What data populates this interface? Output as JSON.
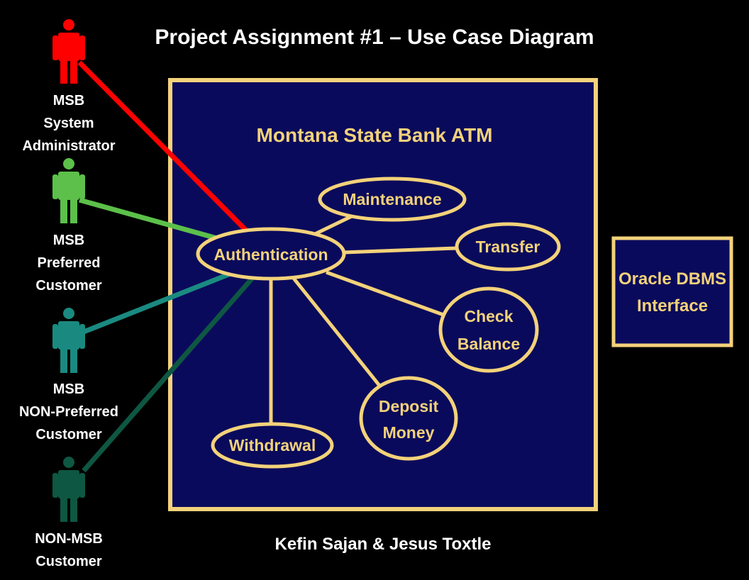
{
  "title": "Project Assignment #1 – Use Case Diagram",
  "system": {
    "name": "Montana State Bank ATM"
  },
  "use_cases": {
    "authentication": "Authentication",
    "maintenance": "Maintenance",
    "transfer": "Transfer",
    "check_balance": [
      "Check",
      "Balance"
    ],
    "deposit_money": [
      "Deposit",
      "Money"
    ],
    "withdrawal": "Withdrawal"
  },
  "actors": {
    "admin": {
      "lines": [
        "MSB",
        "System",
        "Administrator"
      ],
      "color": "#ff0000"
    },
    "preferred": {
      "lines": [
        "MSB",
        "Preferred",
        "Customer"
      ],
      "color": "#5cc04a"
    },
    "non_preferred": {
      "lines": [
        "MSB",
        "NON-Preferred",
        "Customer"
      ],
      "color": "#1a8a80"
    },
    "non_msb": {
      "lines": [
        "NON-MSB",
        "Customer"
      ],
      "color": "#0e5742"
    }
  },
  "external": {
    "lines": [
      "Oracle DBMS",
      "Interface"
    ]
  },
  "footer": "Kefin Sajan & Jesus Toxtle",
  "colors": {
    "background": "#000000",
    "panel": "#0a0a5c",
    "accent": "#f3d27a",
    "text_white": "#ffffff"
  }
}
